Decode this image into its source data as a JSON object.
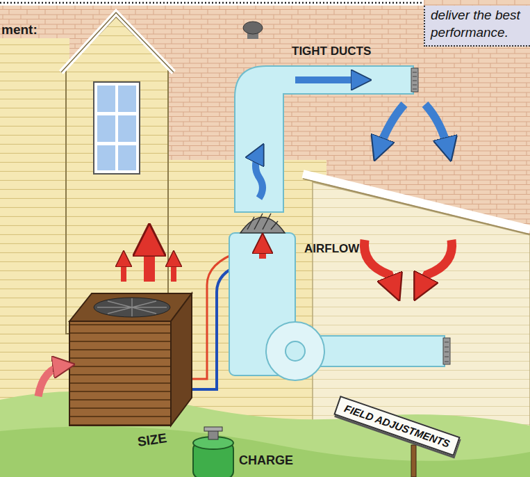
{
  "diagram": {
    "nodes": [
      {
        "text": [
          "deliver the best performance."
        ]
      },
      {
        "text": [
          "FIELD ADJUSTMENTS"
        ]
      }
    ],
    "labels": [
      "ment:",
      "TIGHT DUCTS",
      "AIRFLOW",
      "SIZE",
      "CHARGE"
    ]
  }
}
